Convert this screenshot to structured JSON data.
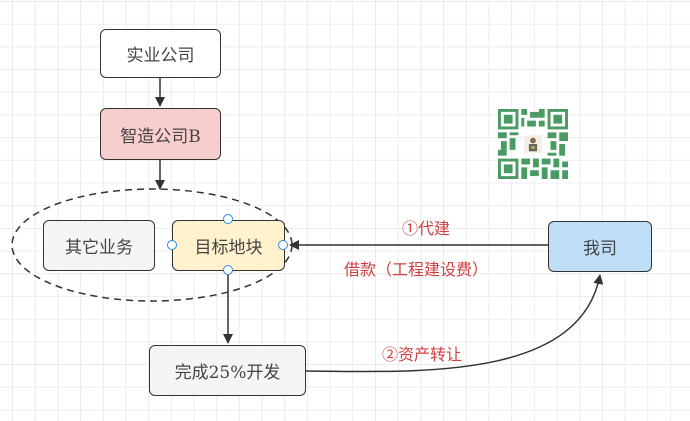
{
  "nodes": {
    "shiye": "实业公司",
    "zhizao": "智造公司B",
    "qita": "其它业务",
    "mubiao": "目标地块",
    "wosi": "我司",
    "wancheng": "完成25%开发"
  },
  "edges": {
    "daijian": "①代建",
    "jiekuan": "借款（工程建设费）",
    "zichan": "②资产转让"
  },
  "colors": {
    "label_red": "#d04040",
    "pink_fill": "#f8cecc",
    "yellow_fill": "#fff2cc",
    "blue_fill": "#bfdff8",
    "gray_fill": "#f5f5f5",
    "qr_green": "#4a9a63"
  },
  "qr_icon": "qr-code-icon"
}
